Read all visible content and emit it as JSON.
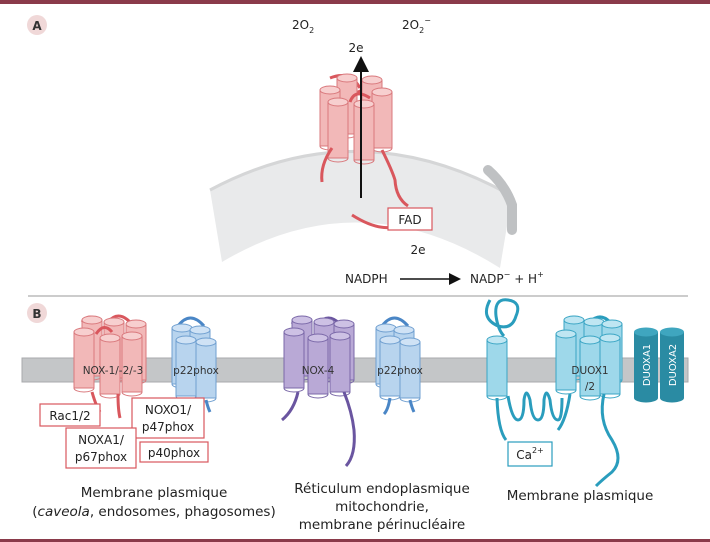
{
  "panel_a": {
    "label": "A",
    "o2_base": "2O",
    "o2_sub": "2",
    "superoxide_base": "2O",
    "superoxide_sub": "2",
    "superoxide_sup": "−",
    "electrons_top": "2e",
    "fad_box": "FAD",
    "electrons_bottom": "2e",
    "nadph": "NADPH",
    "nadp_product": "NADP",
    "nadp_sup": "−",
    "nadp_plus": " + H",
    "proton_sup": "+"
  },
  "panel_b": {
    "label": "B",
    "group1": {
      "nox_label": "NOX-1/-2/-3",
      "p22_label": "p22phox",
      "rac_box": "Rac1/2",
      "noxo1_line1": "NOXO1/",
      "noxo1_line2": "p47phox",
      "noxa1_line1": "NOXA1/",
      "noxa1_line2": "p67phox",
      "p40_box": "p40phox",
      "caption_line1": "Membrane plasmique",
      "caption_line2_open": "(",
      "caption_line2_italic": "caveola",
      "caption_line2_rest": ", endosomes, phagosomes)"
    },
    "group2": {
      "nox_label": "NOX-4",
      "p22_label": "p22phox",
      "caption_line1": "Réticulum endoplasmique",
      "caption_line2": "mitochondrie,",
      "caption_line3": "membrane périnucléaire"
    },
    "group3": {
      "ca_base": "Ca",
      "ca_sup": "2+",
      "duox_line1": "DUOX1",
      "duox_line2": "/2",
      "duoxa1": "DUOXA1",
      "duoxa2": "DUOXA2",
      "caption": "Membrane plasmique"
    }
  },
  "colors": {
    "frame": "#8a3a4a",
    "nox_fill": "#f2b8b8",
    "nox_stroke": "#d9787c",
    "nox_loop": "#d9575d",
    "p22_fill": "#b8d4ee",
    "p22_stroke": "#6f9fd0",
    "nox4_fill": "#b9a9d6",
    "nox4_stroke": "#7a68a8",
    "duox_fill": "#9ed8ea",
    "duox_stroke": "#3aa5c4",
    "duoxa_fill": "#2a8ba3",
    "membrane": "#c4c6c8",
    "arc": "#e8e9ea",
    "box_border": "#d9575d",
    "divider": "#9a9a9a"
  }
}
